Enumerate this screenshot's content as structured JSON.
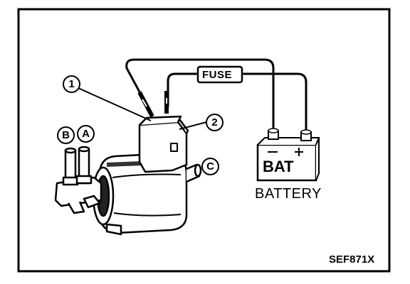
{
  "labels": {
    "callout_1": "1",
    "callout_2": "2",
    "port_b": "B",
    "port_a": "A",
    "port_c": "C",
    "fuse": "FUSE",
    "bat": "BAT",
    "battery": "BATTERY",
    "figure_code": "SEF871X"
  },
  "colors": {
    "ink": "#000000",
    "paper": "#ffffff",
    "shade": "#555555"
  }
}
